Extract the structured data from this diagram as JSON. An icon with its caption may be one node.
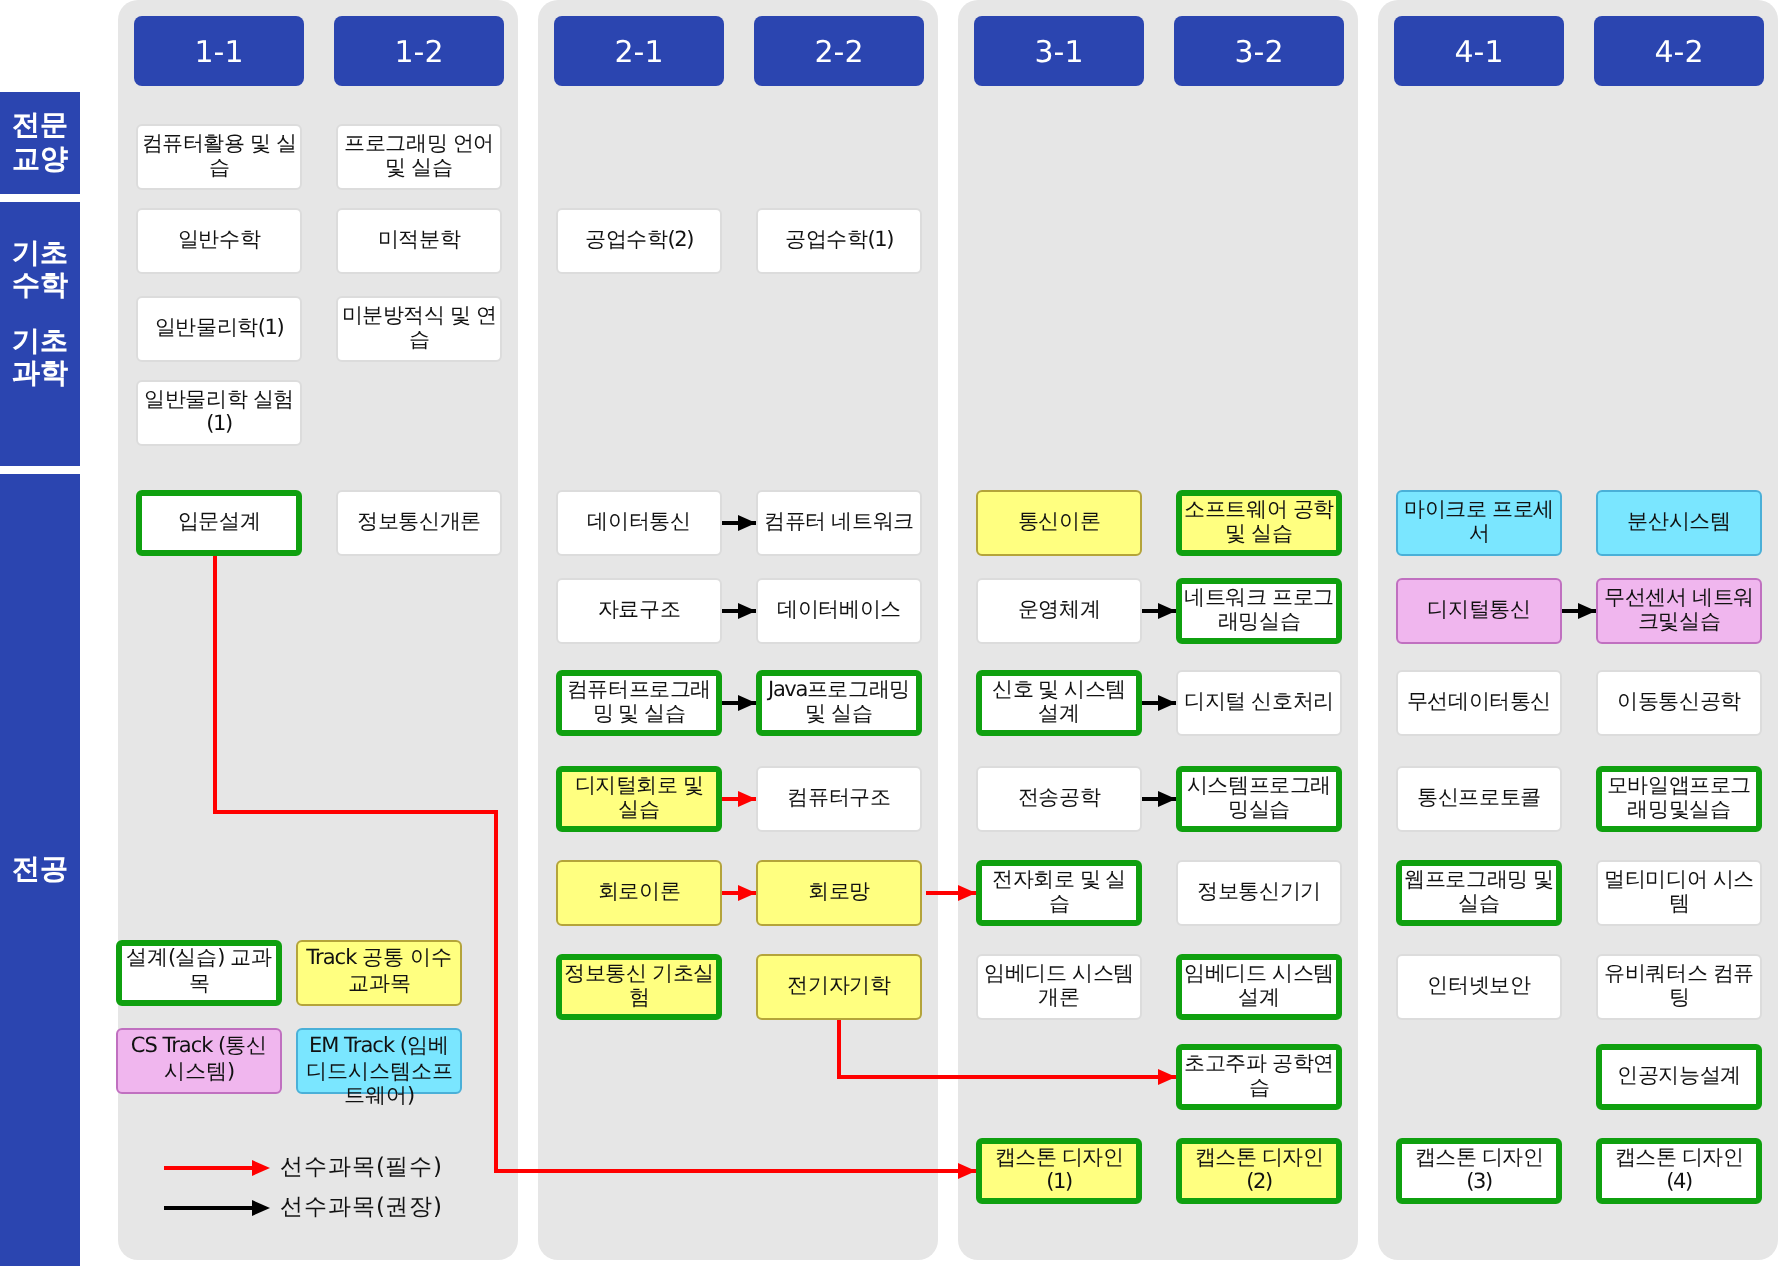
{
  "diagram": {
    "nodes": [
      {
        "text": [
          "전문 교양"
        ]
      },
      {
        "text": [
          "기초 수학",
          "기초 과학"
        ]
      },
      {
        "text": [
          "전공"
        ]
      },
      {
        "text": [
          "1-1"
        ]
      },
      {
        "text": [
          "1-2"
        ]
      },
      {
        "text": [
          "2-1"
        ]
      },
      {
        "text": [
          "2-2"
        ]
      },
      {
        "text": [
          "3-1"
        ]
      },
      {
        "text": [
          "3-2"
        ]
      },
      {
        "text": [
          "4-1"
        ]
      },
      {
        "text": [
          "4-2"
        ]
      },
      {
        "text": [
          "컴퓨터활용 및 실습"
        ]
      },
      {
        "text": [
          "프로그래밍 언어 및 실습"
        ]
      },
      {
        "text": [
          "일반수학"
        ]
      },
      {
        "text": [
          "미적분학"
        ]
      },
      {
        "text": [
          "공업수학(2)"
        ]
      },
      {
        "text": [
          "공업수학(1)"
        ]
      },
      {
        "text": [
          "일반물리학(1)"
        ]
      },
      {
        "text": [
          "미분방적식 및 연습"
        ]
      },
      {
        "text": [
          "일반물리학 실험(1)"
        ]
      },
      {
        "text": [
          "입문설계"
        ]
      },
      {
        "text": [
          "정보통신개론"
        ]
      },
      {
        "text": [
          "데이터통신"
        ]
      },
      {
        "text": [
          "컴퓨터 네트워크"
        ]
      },
      {
        "text": [
          "통신이론"
        ]
      },
      {
        "text": [
          "소프트웨어 공학 및 실습"
        ]
      },
      {
        "text": [
          "마이크로 프로세서"
        ]
      },
      {
        "text": [
          "분산시스템"
        ]
      },
      {
        "text": [
          "자료구조"
        ]
      },
      {
        "text": [
          "데이터베이스"
        ]
      },
      {
        "text": [
          "운영체계"
        ]
      },
      {
        "text": [
          "네트워크 프로그래밍실습"
        ]
      },
      {
        "text": [
          "디지털통신"
        ]
      },
      {
        "text": [
          "무선센서 네트워크및실습"
        ]
      },
      {
        "text": [
          "컴퓨터프로그래밍 및 실습"
        ]
      },
      {
        "text": [
          "Java프로그래밍 및 실습"
        ]
      },
      {
        "text": [
          "신호 및 시스템 설계"
        ]
      },
      {
        "text": [
          "디지털 신호처리"
        ]
      },
      {
        "text": [
          "무선데이터통신"
        ]
      },
      {
        "text": [
          "이동통신공학"
        ]
      },
      {
        "text": [
          "디지털회로 및 실습"
        ]
      },
      {
        "text": [
          "컴퓨터구조"
        ]
      },
      {
        "text": [
          "전송공학"
        ]
      },
      {
        "text": [
          "시스템프로그래밍실습"
        ]
      },
      {
        "text": [
          "통신프로토콜"
        ]
      },
      {
        "text": [
          "모바일앱프로그래밍및실습"
        ]
      },
      {
        "text": [
          "회로이론"
        ]
      },
      {
        "text": [
          "회로망"
        ]
      },
      {
        "text": [
          "전자회로 및 실습"
        ]
      },
      {
        "text": [
          "정보통신기기"
        ]
      },
      {
        "text": [
          "웹프로그래밍 및 실습"
        ]
      },
      {
        "text": [
          "멀티미디어 시스템"
        ]
      },
      {
        "text": [
          "정보통신 기초실험"
        ]
      },
      {
        "text": [
          "전기자기학"
        ]
      },
      {
        "text": [
          "임베디드 시스템 개론"
        ]
      },
      {
        "text": [
          "임베디드 시스템설계"
        ]
      },
      {
        "text": [
          "인터넷보안"
        ]
      },
      {
        "text": [
          "유비쿼터스 컴퓨팅"
        ]
      },
      {
        "text": [
          "초고주파 공학연습"
        ]
      },
      {
        "text": [
          "인공지능설계"
        ]
      },
      {
        "text": [
          "캡스톤 디자인(1)"
        ]
      },
      {
        "text": [
          "캡스톤 디자인(2)"
        ]
      },
      {
        "text": [
          "캡스톤 디자인(3)"
        ]
      },
      {
        "text": [
          "캡스톤 디자인(4)"
        ]
      }
    ],
    "edges": [
      {
        "from": 22,
        "to": 23,
        "arrow": "to"
      },
      {
        "from": 28,
        "to": 29,
        "arrow": "to"
      },
      {
        "from": 30,
        "to": 31,
        "arrow": "to"
      },
      {
        "from": 32,
        "to": 33,
        "arrow": "to"
      },
      {
        "from": 34,
        "to": 35,
        "arrow": "to"
      },
      {
        "from": 36,
        "to": 37,
        "arrow": "to"
      },
      {
        "from": 42,
        "to": 43,
        "arrow": "to"
      },
      {
        "from": 40,
        "to": 41,
        "arrow": "to",
        "color": "#ff0000"
      },
      {
        "from": 46,
        "to": 47,
        "arrow": "to",
        "color": "#ff0000"
      },
      {
        "from": 47,
        "to": 48,
        "arrow": "to",
        "color": "#ff0000"
      },
      {
        "from": 20,
        "to": 60,
        "arrow": "to",
        "color": "#ff0000"
      },
      {
        "from": 53,
        "to": 58,
        "arrow": "to",
        "color": "#ff0000"
      }
    ],
    "legend": [
      {
        "text": "설계(실습) 교과목"
      },
      {
        "text": "Track 공통 이수교과목",
        "color": "#ffff80"
      },
      {
        "text": "CS Track (통신시스템)",
        "color": "#f0b6ee"
      },
      {
        "text": "EM Track (임베디드시스템소프트웨어)",
        "color": "#7ae6ff"
      },
      {
        "text": "선수과목(필수)"
      },
      {
        "text": "선수과목(권장)"
      }
    ]
  }
}
